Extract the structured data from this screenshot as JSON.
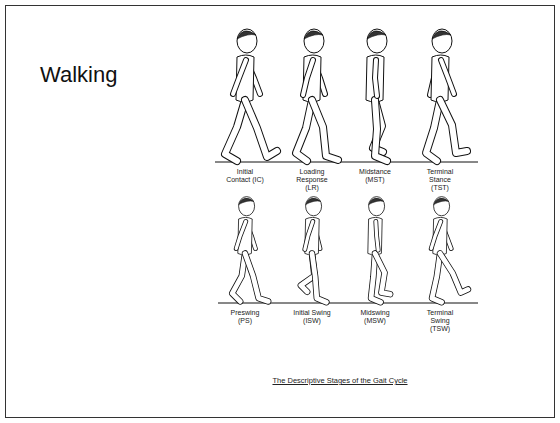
{
  "diagram": {
    "title": "Walking",
    "caption": "The Descriptive Stages of the Gait Cycle",
    "labels": [
      "Initial Contact (IC)",
      "Loading Response (LR)",
      "Midstance (MST)",
      "Terminal Stance (TST)",
      "Preswing (PS)",
      "Initial Swing (ISW)",
      "Midswing (MSW)",
      "Terminal Swing (TSW)"
    ]
  }
}
